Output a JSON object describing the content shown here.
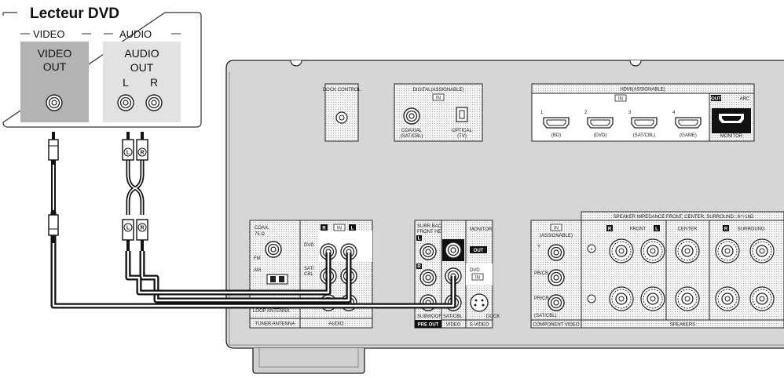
{
  "player": {
    "title": "Lecteur DVD",
    "video_group": "VIDEO",
    "audio_group": "AUDIO",
    "video_out": [
      "VIDEO",
      "OUT"
    ],
    "audio_out": [
      "AUDIO",
      "OUT"
    ],
    "left": "L",
    "right": "R"
  },
  "plugs": {
    "left": "L",
    "right": "R"
  },
  "receiver": {
    "dock_control": "DOCK CONTROL",
    "digital": {
      "title": "DIGITAL(ASSIGNABLE)",
      "in": "IN",
      "coaxial": [
        "COAXIAL",
        "(SAT/CBL)"
      ],
      "optical": [
        "OPTICAL",
        "(TV)"
      ]
    },
    "hdmi": {
      "title": "HDMI(ASSIGNABLE)",
      "in": "IN",
      "out": "OUT",
      "arc": "ARC",
      "monitor": "MONITOR",
      "ports": [
        {
          "num": "1",
          "name": "(BD)"
        },
        {
          "num": "2",
          "name": "(DVD)"
        },
        {
          "num": "3",
          "name": "(SAT/CBL)"
        },
        {
          "num": "4",
          "name": "(GAME)"
        }
      ]
    },
    "tuner": {
      "coax": "COAX.",
      "ohm": "75 Ω",
      "fm": "FM",
      "am": "AM",
      "loop": "LOOP ANTENNA",
      "label": "TUNER ANTENNA"
    },
    "audio": {
      "r": "R",
      "in": "IN",
      "l": "L",
      "dvd": "DVD",
      "sat": "SAT/",
      "cbl": "CBL",
      "label": "AUDIO"
    },
    "preout": {
      "surround_back": "SURR.BACK/",
      "front_height": "FRONT HEIGHT",
      "l": "L",
      "r": "R",
      "subwoofer": "SUBWOOFER",
      "label": "PRE OUT"
    },
    "video": {
      "monitor": "MONITOR",
      "out": "OUT",
      "dvd": "DVD",
      "in": "IN",
      "sat": "SAT/CBL",
      "label": "VIDEO"
    },
    "svideo": {
      "dock": "DOCK",
      "label": "S-VIDEO"
    },
    "component": {
      "in": "IN",
      "assignable": "(ASSIGNABLE)",
      "y": "Y",
      "pb": "PB/CB",
      "pr": "PR/CR",
      "sat": "(SAT/CBL)",
      "label": "COMPONENT VIDEO"
    },
    "speakers": {
      "impedance": "SPEAKER IMPEDANCE  FRONT, CENTER, SURROUND : 6～16Ω",
      "r": "R",
      "front": "FRONT",
      "l": "L",
      "center": "CENTER",
      "surround": "SURROUND",
      "plus": "+",
      "minus": "−",
      "label": "SPEAKERS"
    }
  }
}
